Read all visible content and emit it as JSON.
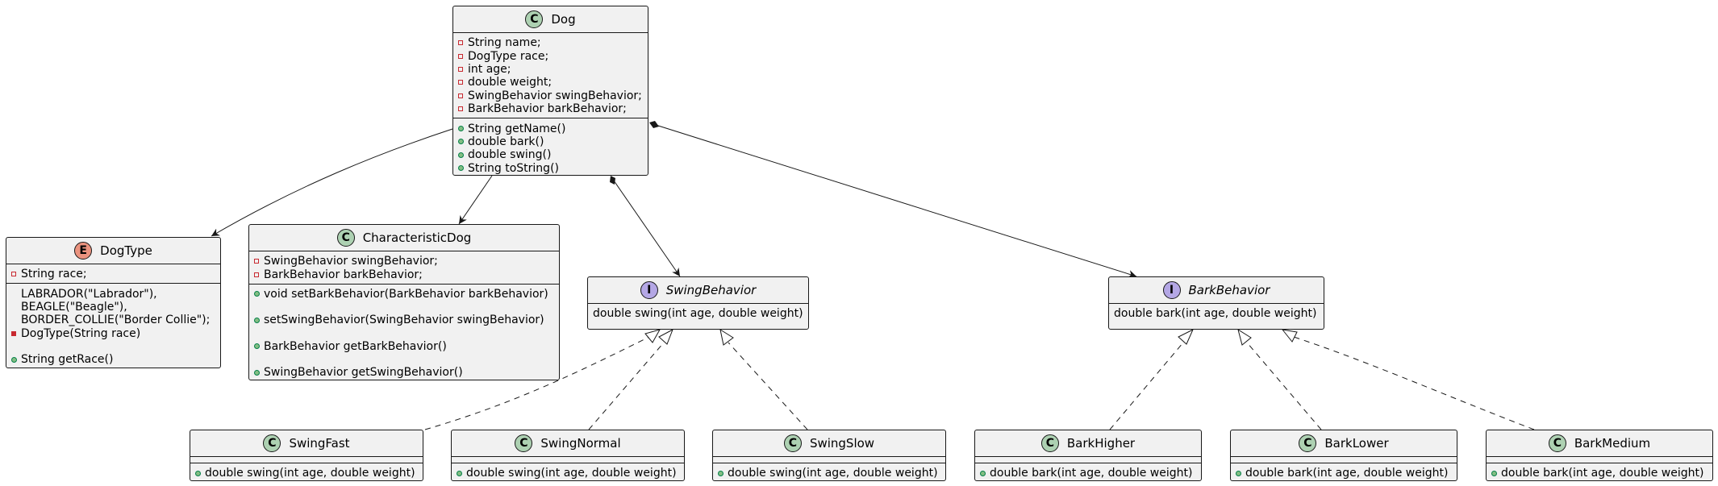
{
  "classes": {
    "dog": {
      "name": "Dog",
      "fields": [
        "String name;",
        "DogType race;",
        "int age;",
        "double weight;",
        "SwingBehavior swingBehavior;",
        "BarkBehavior barkBehavior;"
      ],
      "methods": [
        "String getName()",
        "double bark()",
        "double swing()",
        "String toString()"
      ]
    },
    "dogtype": {
      "name": "DogType",
      "field": "String race;",
      "constants": [
        "LABRADOR(\"Labrador\"),",
        "BEAGLE(\"Beagle\"),",
        "BORDER_COLLIE(\"Border Collie\");"
      ],
      "ctor": "DogType(String race)",
      "method": "String getRace()"
    },
    "characteristic": {
      "name": "CharacteristicDog",
      "fields": [
        "SwingBehavior swingBehavior;",
        "BarkBehavior barkBehavior;"
      ],
      "methods": [
        "void setBarkBehavior(BarkBehavior barkBehavior)",
        "setSwingBehavior(SwingBehavior swingBehavior)",
        "BarkBehavior getBarkBehavior()",
        "SwingBehavior getSwingBehavior()"
      ]
    },
    "swing": {
      "name": "SwingBehavior",
      "method": "double swing(int age, double weight)"
    },
    "bark": {
      "name": "BarkBehavior",
      "method": "double bark(int age, double weight)"
    },
    "swingfast": {
      "name": "SwingFast",
      "method": "double swing(int age, double weight)"
    },
    "swingnormal": {
      "name": "SwingNormal",
      "method": "double swing(int age, double weight)"
    },
    "swingslow": {
      "name": "SwingSlow",
      "method": "double swing(int age, double weight)"
    },
    "barkhigher": {
      "name": "BarkHigher",
      "method": "double bark(int age, double weight)"
    },
    "barklower": {
      "name": "BarkLower",
      "method": "double bark(int age, double weight)"
    },
    "barkmedium": {
      "name": "BarkMedium",
      "method": "double bark(int age, double weight)"
    }
  },
  "badges": {
    "class": "C",
    "enum": "E",
    "interface": "I"
  },
  "colors": {
    "class_badge": "#add1b2",
    "enum_badge": "#eb937f",
    "interface_badge": "#b4a7e5",
    "box_fill": "#f1f1f1",
    "border": "#181818",
    "private": "#c82930",
    "public": "#84be84"
  }
}
